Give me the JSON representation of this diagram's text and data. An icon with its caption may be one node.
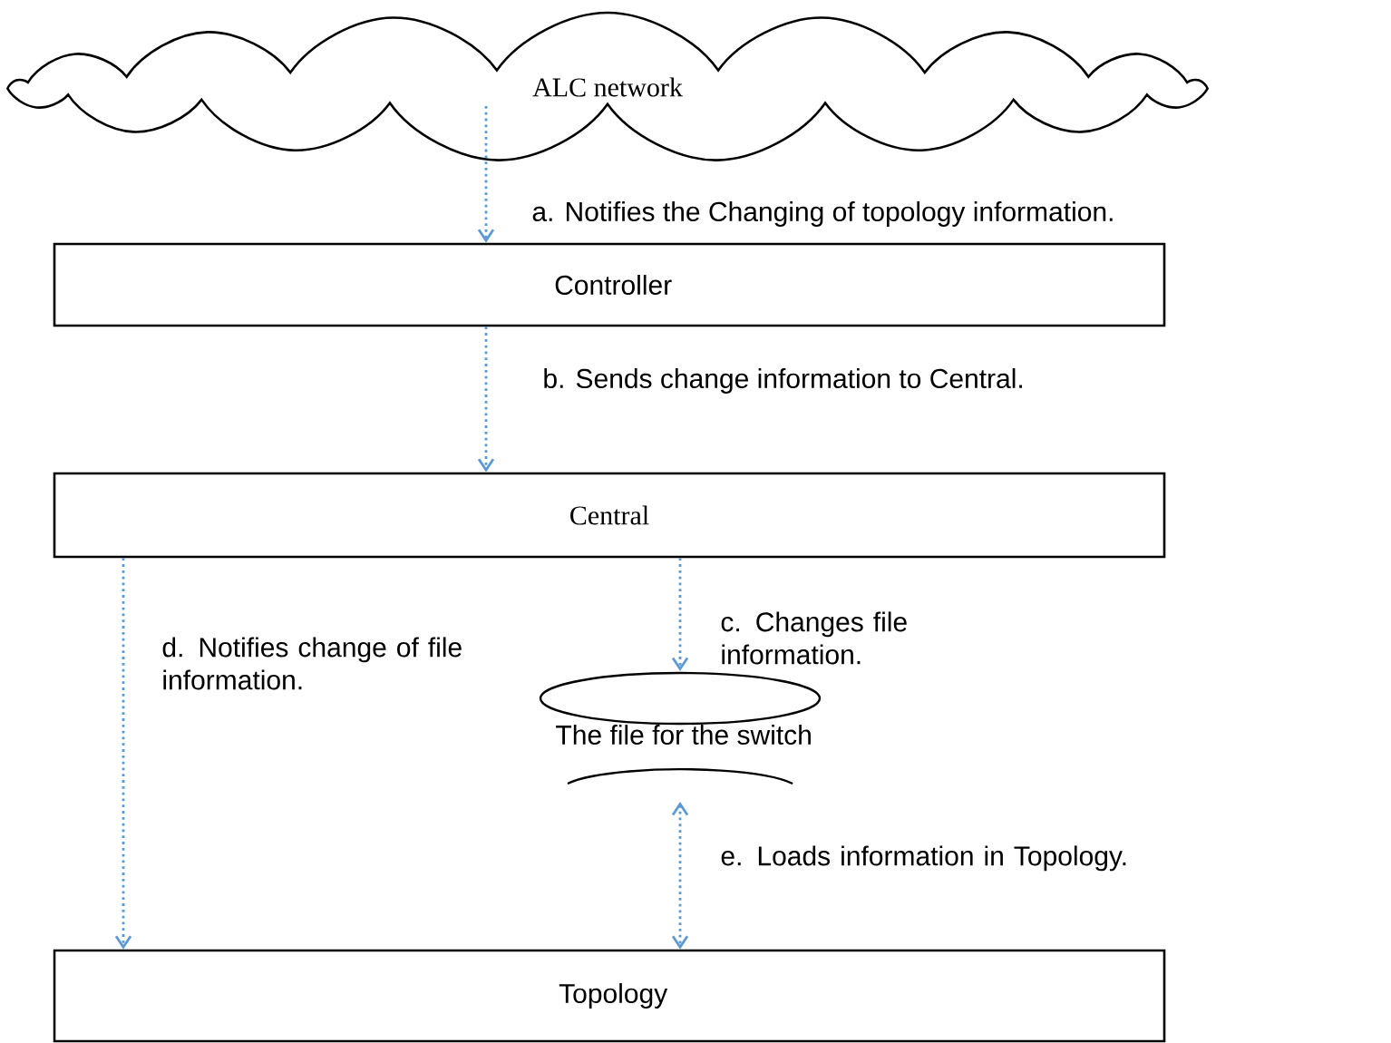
{
  "diagram": {
    "nodes": [
      {
        "text": [
          "ALC network"
        ]
      },
      {
        "text": [
          "Controller"
        ]
      },
      {
        "text": [
          "Central"
        ]
      },
      {
        "text": [
          "The file for the switch"
        ]
      },
      {
        "text": [
          "Topology"
        ]
      }
    ],
    "edges": [
      {
        "from": 0,
        "to": 1,
        "arrow": "to",
        "label": "a. Notifies the Changing of topology information."
      },
      {
        "from": 1,
        "to": 2,
        "arrow": "to",
        "label": "b. Sends change information to Central."
      },
      {
        "from": 2,
        "to": 3,
        "arrow": "to",
        "label": "c. Changes file information."
      },
      {
        "from": 2,
        "to": 4,
        "arrow": "to",
        "label": "d. Notifies change of file information."
      },
      {
        "from": 3,
        "to": 4,
        "arrow": "both",
        "label": "e. Loads information in Topology."
      }
    ]
  }
}
